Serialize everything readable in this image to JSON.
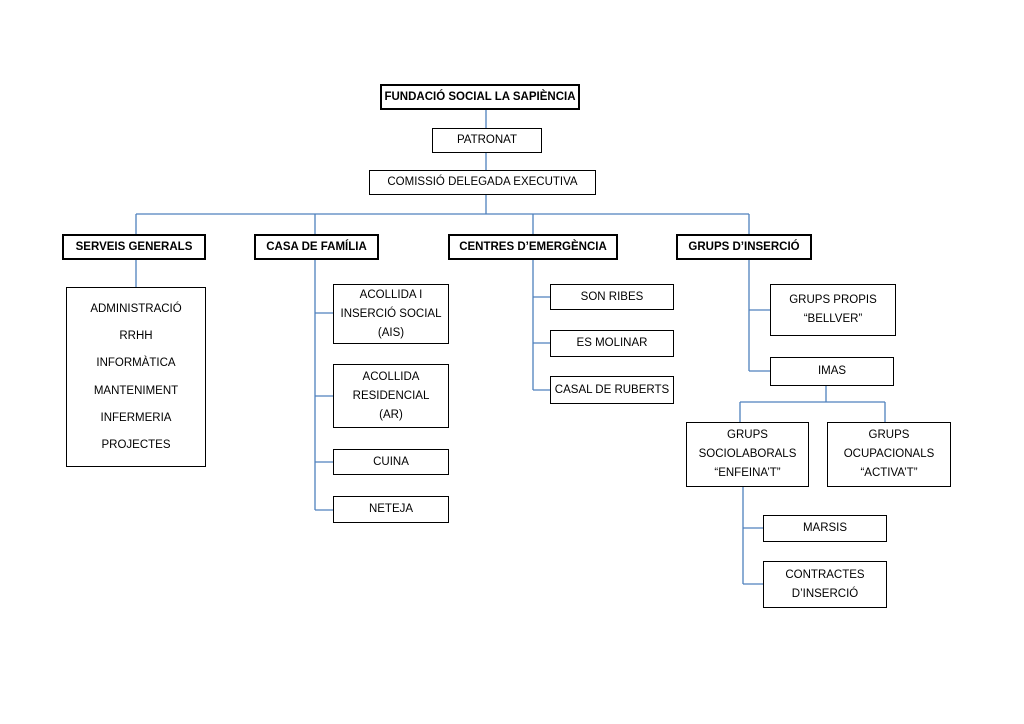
{
  "chart": {
    "root": "FUNDACIÓ SOCIAL LA SAPIÈNCIA",
    "board": "PATRONAT",
    "executive": "COMISSIÓ DELEGADA EXECUTIVA",
    "departments": {
      "general_services": {
        "title": "SERVEIS GENERALS",
        "items": [
          "ADMINISTRACIÓ",
          "RRHH",
          "INFORMÀTICA",
          "MANTENIMENT",
          "INFERMERIA",
          "PROJECTES"
        ]
      },
      "family_house": {
        "title": "CASA DE FAMÍLIA",
        "items": [
          "ACOLLIDA I\nINSERCIÓ SOCIAL\n(AIS)",
          "ACOLLIDA\nRESIDENCIAL\n(AR)",
          "CUINA",
          "NETEJA"
        ]
      },
      "emergency_centres": {
        "title": "CENTRES D’EMERGÈNCIA",
        "items": [
          "SON RIBES",
          "ES MOLINAR",
          "CASAL DE RUBERTS"
        ]
      },
      "insertion_groups": {
        "title": "GRUPS D’INSERCIÓ",
        "own_groups": "GRUPS PROPIS\n“BELLVER”",
        "imas": "IMAS",
        "sociolabour": "GRUPS\nSOCIOLABORALS\n“ENFEINA’T”",
        "occupational": "GRUPS\nOCUPACIONALS\n“ACTIVA’T”",
        "marsis": "MARSIS",
        "contracts": "CONTRACTES\nD’INSERCIÓ"
      }
    },
    "colors": {
      "connector": "#4f81bd",
      "border": "#000000"
    }
  }
}
